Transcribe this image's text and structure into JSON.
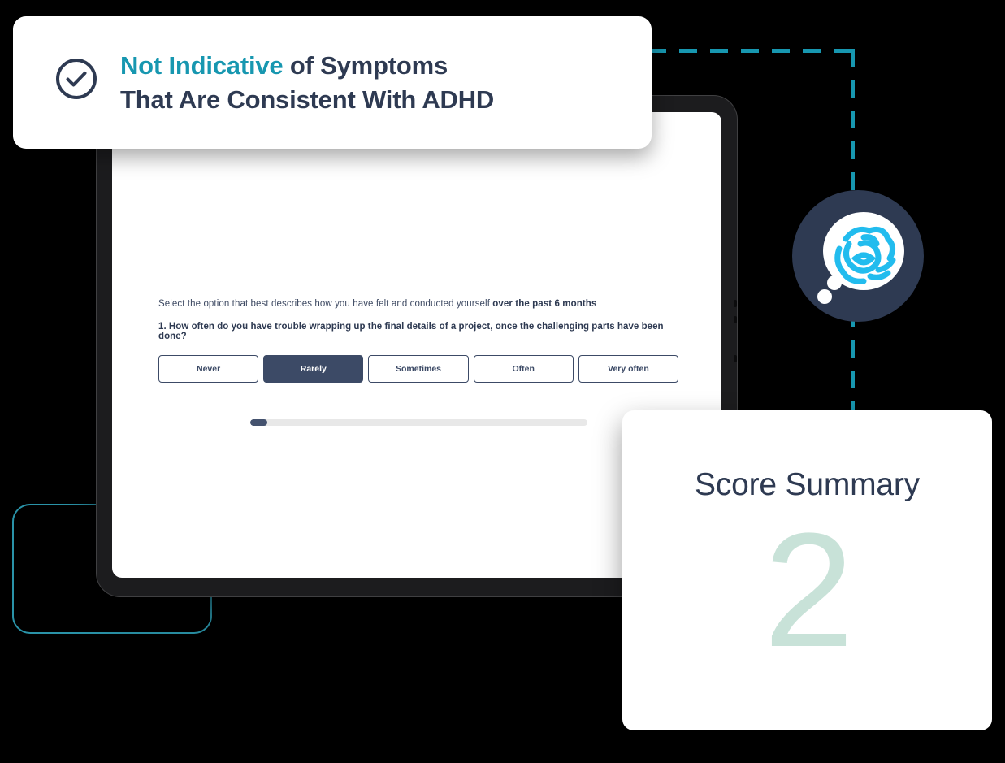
{
  "headline": {
    "icon": "check-circle-icon",
    "accent_text": "Not Indicative",
    "rest_line1": " of Symptoms",
    "line2": "That Are Consistent With ADHD",
    "accent_color": "#1797b0",
    "text_color": "#2e3a52"
  },
  "tablet": {
    "survey": {
      "instruction_prefix": "Select the option that best describes how you have felt and conducted yourself ",
      "instruction_emphasis": "over the past 6 months",
      "question": "1. How often do you have trouble wrapping up the final details of a project, once the challenging parts have been done?",
      "options": [
        {
          "label": "Never",
          "selected": false
        },
        {
          "label": "Rarely",
          "selected": true
        },
        {
          "label": "Sometimes",
          "selected": false
        },
        {
          "label": "Often",
          "selected": false
        },
        {
          "label": "Very often",
          "selected": false
        }
      ],
      "selected_option": "Rarely",
      "progress_percent": 5,
      "progress_fill_color": "#44526e",
      "progress_track_color": "#e8e8e8"
    }
  },
  "badge": {
    "icon": "thought-bubble-brain-icon",
    "circle_color": "#2e3a52",
    "bubble_color": "#ffffff",
    "scribble_color": "#22bcee"
  },
  "score_card": {
    "title": "Score Summary",
    "value": "2",
    "value_color": "#c8e2d8",
    "title_color": "#2e3a52"
  },
  "decorations": {
    "dashed_line_color": "#1797b0",
    "outline_rect_color": "#2a93a8",
    "background_color": "#000000"
  }
}
